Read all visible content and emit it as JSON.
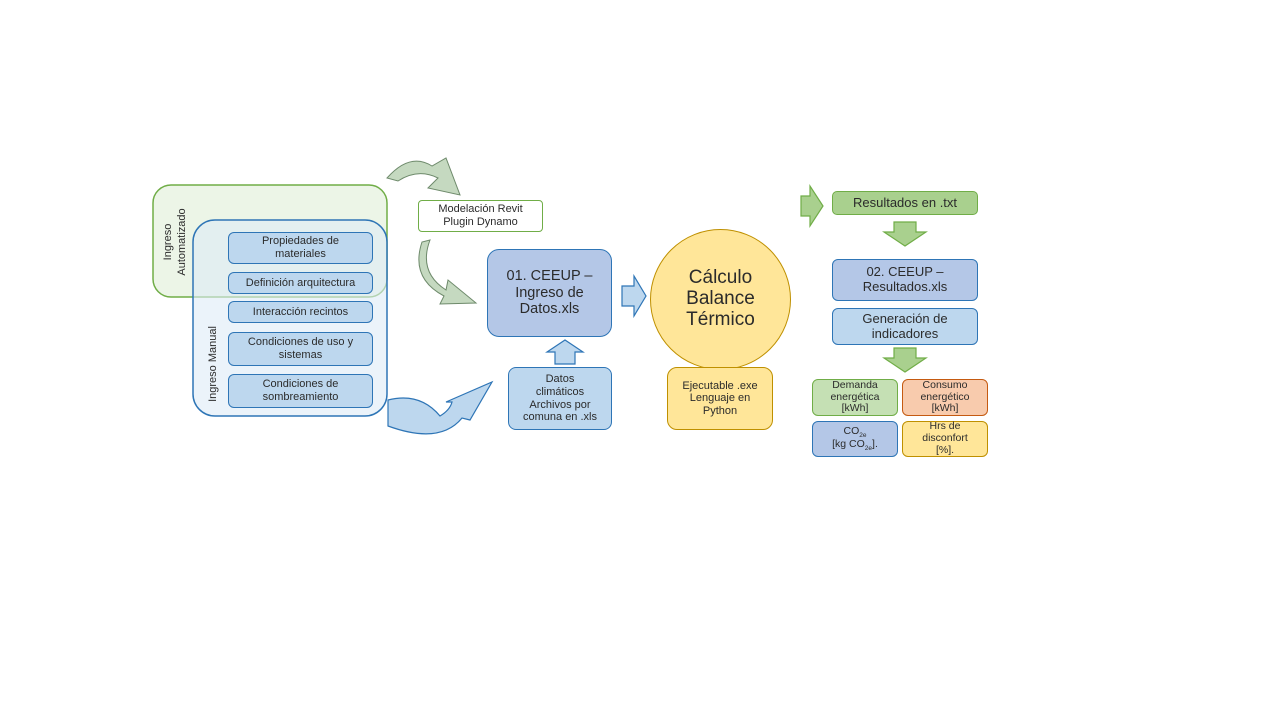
{
  "input": {
    "auto_label_line1": "Ingreso",
    "auto_label_line2": "Automatizado",
    "manual_label": "Ingreso Manual",
    "items": [
      "Propiedades de\nmateriales",
      "Definición arquitectura",
      "Interacción recintos",
      "Condiciones de uso y\nsistemas",
      "Condiciones de\nsombreamiento"
    ]
  },
  "revit": "Modelación Revit\nPlugin Dynamo",
  "ingreso": "01. CEEUP –\nIngreso de\nDatos.xls",
  "datos": "Datos\nclimáticos\nArchivos por\ncomuna en .xls",
  "calculo": "Cálculo\nBalance\nTérmico",
  "ejecutable": "Ejecutable .exe\nLenguaje en\nPython",
  "resultados_txt": "Resultados en .txt",
  "resultados_xls": "02. CEEUP –\nResultados.xls",
  "indicadores": "Generación de\nindicadores",
  "indicators": {
    "demanda": "Demanda\nenergética\n[kWh]",
    "consumo": "Consumo\nenergético\n[kWh]",
    "co2_main": "CO",
    "co2_sub": "2e",
    "co2_unit_prefix": "[kg CO",
    "co2_unit_sub": "2e",
    "co2_unit_suffix": "].",
    "hrs": "Hrs de\ndisconfort\n[%]."
  },
  "colors": {
    "green_border": "#70ad47",
    "green_fill": "#c5e0b4",
    "blue_border": "#2e75b6",
    "blue_fill": "#bdd7ee",
    "yellow_fill": "#ffe699",
    "yellow_border": "#bf9000",
    "orange_fill": "#f8cbad"
  }
}
